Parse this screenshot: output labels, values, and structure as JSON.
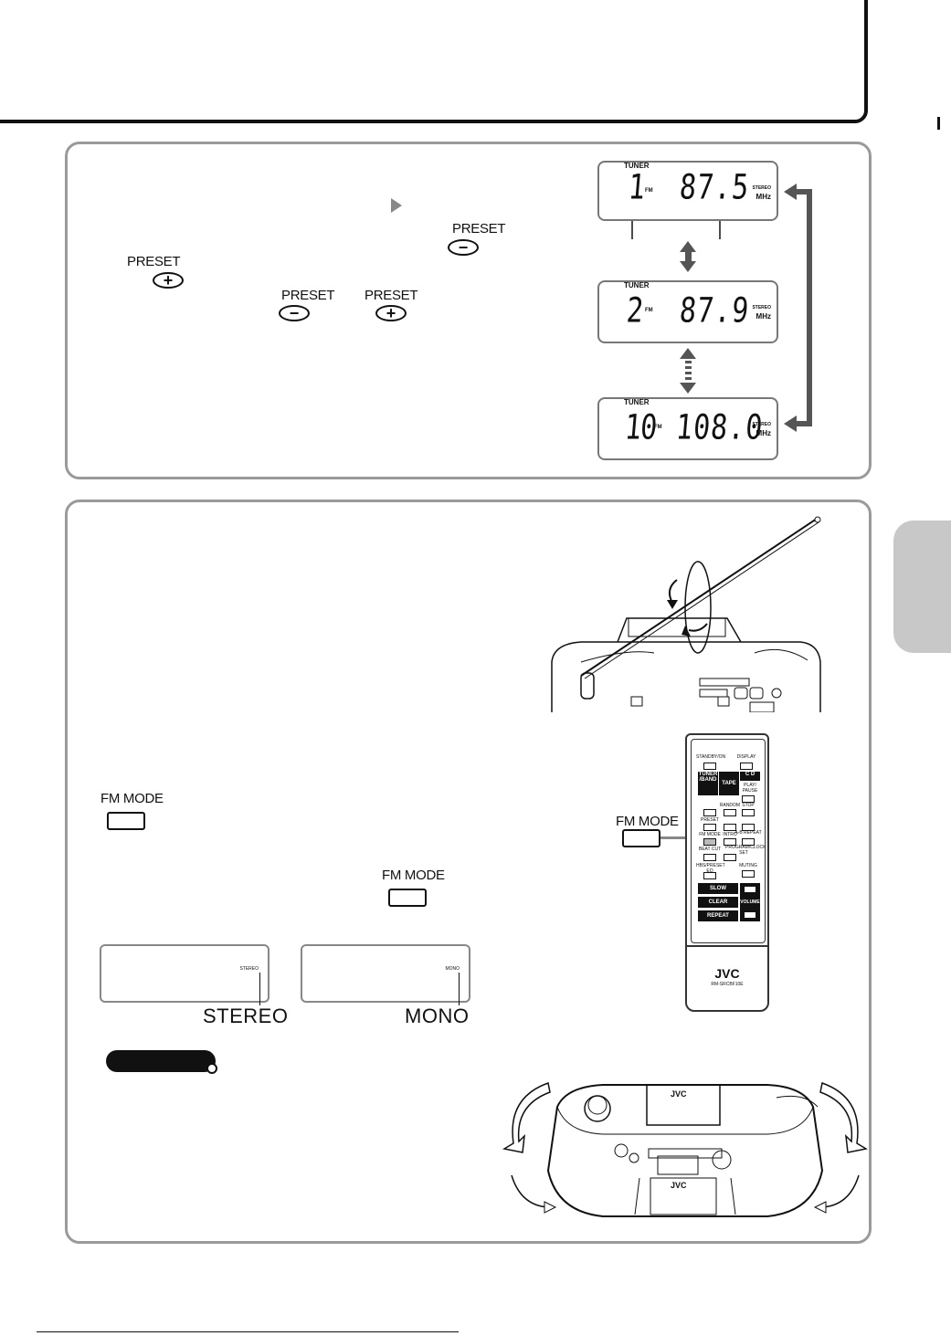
{
  "buttons": {
    "preset": "PRESET",
    "fm_mode": "FM MODE",
    "minus": "−",
    "plus": "+"
  },
  "displays": [
    {
      "band_label": "TUNER",
      "band": "FM",
      "preset": "1",
      "frequency": "87.5",
      "stereo": "STEREO",
      "unit": "MHz"
    },
    {
      "band_label": "TUNER",
      "band": "FM",
      "preset": "2",
      "frequency": "87.9",
      "stereo": "STEREO",
      "unit": "MHz"
    },
    {
      "band_label": "TUNER",
      "band": "FM",
      "preset": "10",
      "frequency": "108.0",
      "stereo": "STEREO",
      "unit": "MHz"
    }
  ],
  "fm_mode": {
    "stereo_small": "STEREO",
    "mono_small": "MONO",
    "stereo_caption": "STEREO",
    "mono_caption": "MONO"
  },
  "remote": {
    "standby": "STANDBY/ON",
    "display": "DISPLAY",
    "tuner_band": "TUNER /BAND",
    "tape": "TAPE",
    "cd": "C D",
    "play_pause": "PLAY/ PAUSE",
    "random": "RANDOM",
    "stop": "STOP",
    "preset": "PRESET",
    "fm_mode": "FM MODE",
    "intro": "INTRO",
    "ab_repeat": "A-B REPEAT",
    "beat_cut": "BEAT CUT",
    "program": "PROGRAM/CLOCK SET",
    "hbs": "HBS/PRESET EQ",
    "muting": "MUTING",
    "slow": "SLOW",
    "clear": "CLEAR",
    "repeat": "REPEAT",
    "volume": "VOLUME",
    "brand": "JVC",
    "model": "RM-SRCBF10E"
  },
  "unit_brand": "JVC"
}
